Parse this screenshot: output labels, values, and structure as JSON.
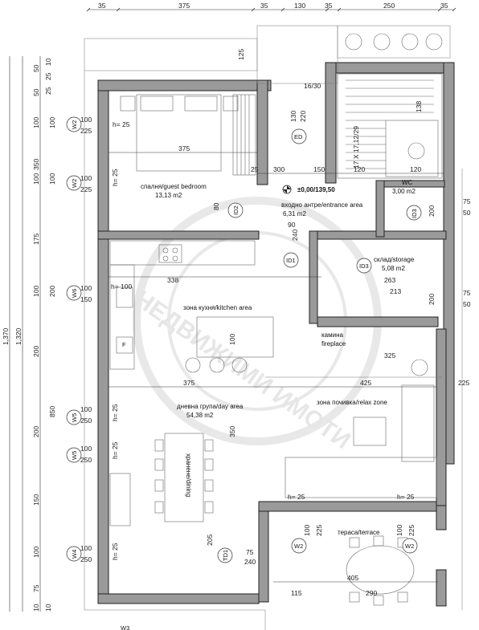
{
  "top_dims": [
    "35",
    "375",
    "35",
    "130",
    "35",
    "250",
    "35"
  ],
  "left_dims": {
    "outer": "1,370",
    "mid": "1,320",
    "col_a": [
      "50",
      "50",
      "100",
      "350",
      "100",
      "175",
      "100",
      "200",
      "200",
      "150",
      "100",
      "75",
      "10"
    ],
    "col_b": [
      "10",
      "25",
      "25",
      "100",
      "100",
      "850",
      "200",
      "10"
    ]
  },
  "windows": {
    "W2a": {
      "label": "W2",
      "w": "100",
      "h": "225",
      "sill": "h= 25"
    },
    "W2b": {
      "label": "W2",
      "w": "100",
      "h": "225",
      "sill": "h= 25"
    },
    "W6": {
      "label": "W6",
      "w": "100",
      "h": "150",
      "sill": "h= 100"
    },
    "W5a": {
      "label": "W5",
      "w": "100",
      "h": "250",
      "sill": "h= 25"
    },
    "W5b": {
      "label": "W5",
      "w": "100",
      "h": "250",
      "sill": "h= 25"
    },
    "W4": {
      "label": "W4",
      "w": "100",
      "h": "250",
      "sill": "h= 25"
    },
    "W2c": {
      "label": "W2",
      "w": "100",
      "h": "225",
      "sill": "h= 25"
    },
    "W2d": {
      "label": "W2",
      "w": "100",
      "h": "225",
      "sill": "h= 25"
    },
    "W3": {
      "label": "W3"
    }
  },
  "rooms": {
    "bedroom": {
      "name": "спалня/guest bedroom",
      "area": "13,13 m2"
    },
    "entrance": {
      "name": "входно антре/entrance area",
      "area": "6,31 m2"
    },
    "wc": {
      "name": "WC",
      "area": "3,00 m2"
    },
    "storage": {
      "name": "склад/storage",
      "area": "5,08 m2"
    },
    "kitchen": {
      "name": "зона кухня/kitchen area"
    },
    "fireplace": {
      "name1": "камина",
      "name2": "fireplace"
    },
    "day": {
      "name": "дневна група/day area",
      "area": "54,38 m2"
    },
    "relax": {
      "name": "зона почивка/relax zone"
    },
    "dining": {
      "name": "хранене/dining"
    },
    "terrace": {
      "name": "тераса/terrace"
    }
  },
  "doors": {
    "ED": "ED",
    "ID1": "ID1",
    "ID2": "ID2",
    "ID3a": "ID3",
    "ID3b": "ID3",
    "TD1": "TD1"
  },
  "level": "±0,00/139,50",
  "watermark": "НЕДВИЖИМИ ИМОТИ",
  "inner_dims": {
    "d375a": "375",
    "d300": "300",
    "d150": "150",
    "d120a": "120",
    "d120b": "120",
    "d25a": "25",
    "d338": "338",
    "d425": "425",
    "d375b": "375",
    "d325": "325",
    "d263": "263",
    "d213": "213",
    "d405": "405",
    "d290": "290",
    "d240a": "240",
    "d240b": "240",
    "d205": "205",
    "d75a": "75",
    "d200a": "200",
    "d200b": "200",
    "d75b": "75",
    "d50a": "50",
    "d50b": "50",
    "d225": "225",
    "d1630": "16/30",
    "d17x": "17 X 17,12/29",
    "d138": "138",
    "d115": "115",
    "d80": "80",
    "d350": "350",
    "d100": "100",
    "d90": "90",
    "d130": "130",
    "d220": "220",
    "d125": "125"
  }
}
